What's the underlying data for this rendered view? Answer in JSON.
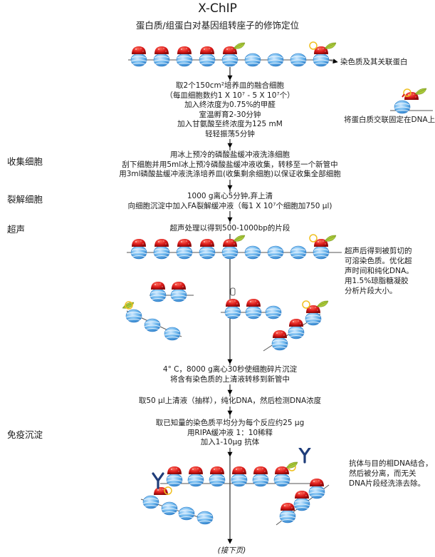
{
  "header": {
    "title": "X-ChIP",
    "subtitle": "蛋白质/组蛋白对基因组转座子的修饰定位"
  },
  "labels": {
    "chromatin": "染色质及其关联蛋白",
    "crosslink": "将蛋白质交联固定在DNA上",
    "sonication_note": [
      "超声后得到被剪切的",
      "可溶染色质。优化超",
      "声时间和纯化DNA。",
      "用1.5%琼脂糖凝胶",
      "分析片段大小。"
    ],
    "antibody_note": [
      "抗体与目的相DNA结合，",
      "然后被分离，而无关",
      "DNA片段经洗涤去除。"
    ]
  },
  "sections": {
    "collect": "收集细胞",
    "lyse": "裂解细胞",
    "sonicate": "超声",
    "ip": "免疫沉淀"
  },
  "steps": {
    "s1": [
      "取2个150cm²培养皿的融合细胞",
      "（每皿细胞数约1 X 10⁷ - 5 X 10⁷个）",
      "加入终浓度为0.75%的甲醛",
      "室温孵育2-30分钟",
      "加入甘氨酸至终浓度为125 mM",
      "轻轻振荡5分钟"
    ],
    "s2": [
      "用冰上预冷的磷酸盐缓冲液洗涤细胞",
      "刮下细胞并用5ml冰上预冷磷酸盐缓冲液收集，转移至一个新管中",
      "用3ml磷酸盐缓冲液洗涤培养皿(收集剩余细胞)以保证收集全部细胞"
    ],
    "s3": [
      "1000 g离心5分钟,弃上清",
      "向细胞沉淀中加入FA裂解缓冲液（每1 X 10⁷个细胞加750 µl)"
    ],
    "s4": [
      "超声处理以得到500-1000bp的片段"
    ],
    "s5": [
      "4° C，8000 g离心30秒使细胞碎片沉淀",
      "将含有染色质的上清液转移到新管中"
    ],
    "s6": [
      "取50 µl上清液（抽样），纯化DNA，然后检测DNA浓度"
    ],
    "s7": [
      "取已知量的染色质平均分为每个反应约25 µg",
      "用RIPA缓冲液 1：10稀释",
      "加入1-10µg 抗体"
    ]
  },
  "footer": "(接下页)",
  "colors": {
    "nucleosome": "#6fb8ee",
    "nucleosome_dark": "#2f7fc9",
    "protein_red": "#d81818",
    "leaf_green": "#a8c83a",
    "ring_yellow": "#f0c020",
    "antibody": "#1f3d7a",
    "arrow": "#000000"
  }
}
